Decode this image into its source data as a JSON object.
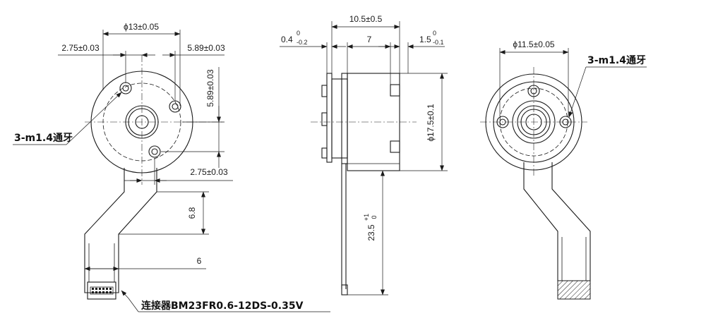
{
  "front_view": {
    "dia_13": "ϕ13±0.05",
    "off_275_top": "2.75±0.03",
    "off_589_top": "5.89±0.03",
    "off_589_side": "5.89±0.03",
    "off_275_bottom": "2.75±0.03",
    "len_68": "6.8",
    "width_6": "6",
    "holes_label": "3-m1.4通牙",
    "connector_label": "连接器BM23FR0.6-12DS-0.35V"
  },
  "side_view": {
    "len_105": "10.5±0.5",
    "len_7": "7",
    "tol_04_main": "0.4",
    "tol_04_sup": "0",
    "tol_04_sub": "-0.2",
    "tol_15_main": "1.5",
    "tol_15_sup": "0",
    "tol_15_sub": "-0.1",
    "dia_175": "ϕ17.5±0.1",
    "len_235_main": "23.5",
    "len_235_sup": "+1",
    "len_235_sub": "0"
  },
  "rear_view": {
    "dia_115": "ϕ11.5±0.05",
    "holes_label": "3-m1.4通牙"
  }
}
